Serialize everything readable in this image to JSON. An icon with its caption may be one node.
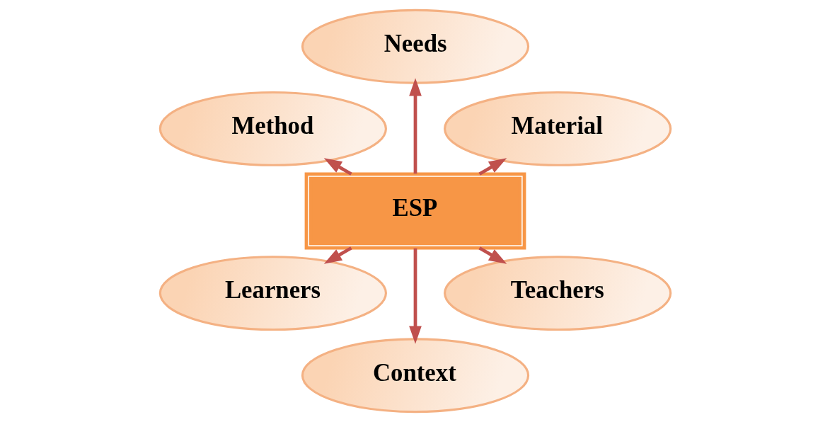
{
  "diagram": {
    "nodes": [
      {
        "text": [
          "Material"
        ]
      },
      {
        "text": [
          "Needs"
        ]
      },
      {
        "text": [
          "Method"
        ]
      },
      {
        "text": [
          "ESP"
        ]
      },
      {
        "text": [
          "Learners"
        ]
      },
      {
        "text": [
          "Context"
        ]
      },
      {
        "text": [
          "Teachers"
        ]
      }
    ],
    "edges": [
      {
        "from": 3,
        "to": 0,
        "arrow": "to"
      },
      {
        "from": 3,
        "to": 1,
        "arrow": "to"
      },
      {
        "from": 3,
        "to": 2,
        "arrow": "to"
      },
      {
        "from": 3,
        "to": 4,
        "arrow": "to"
      },
      {
        "from": 3,
        "to": 5,
        "arrow": "to"
      },
      {
        "from": 3,
        "to": 6,
        "arrow": "to"
      }
    ]
  }
}
